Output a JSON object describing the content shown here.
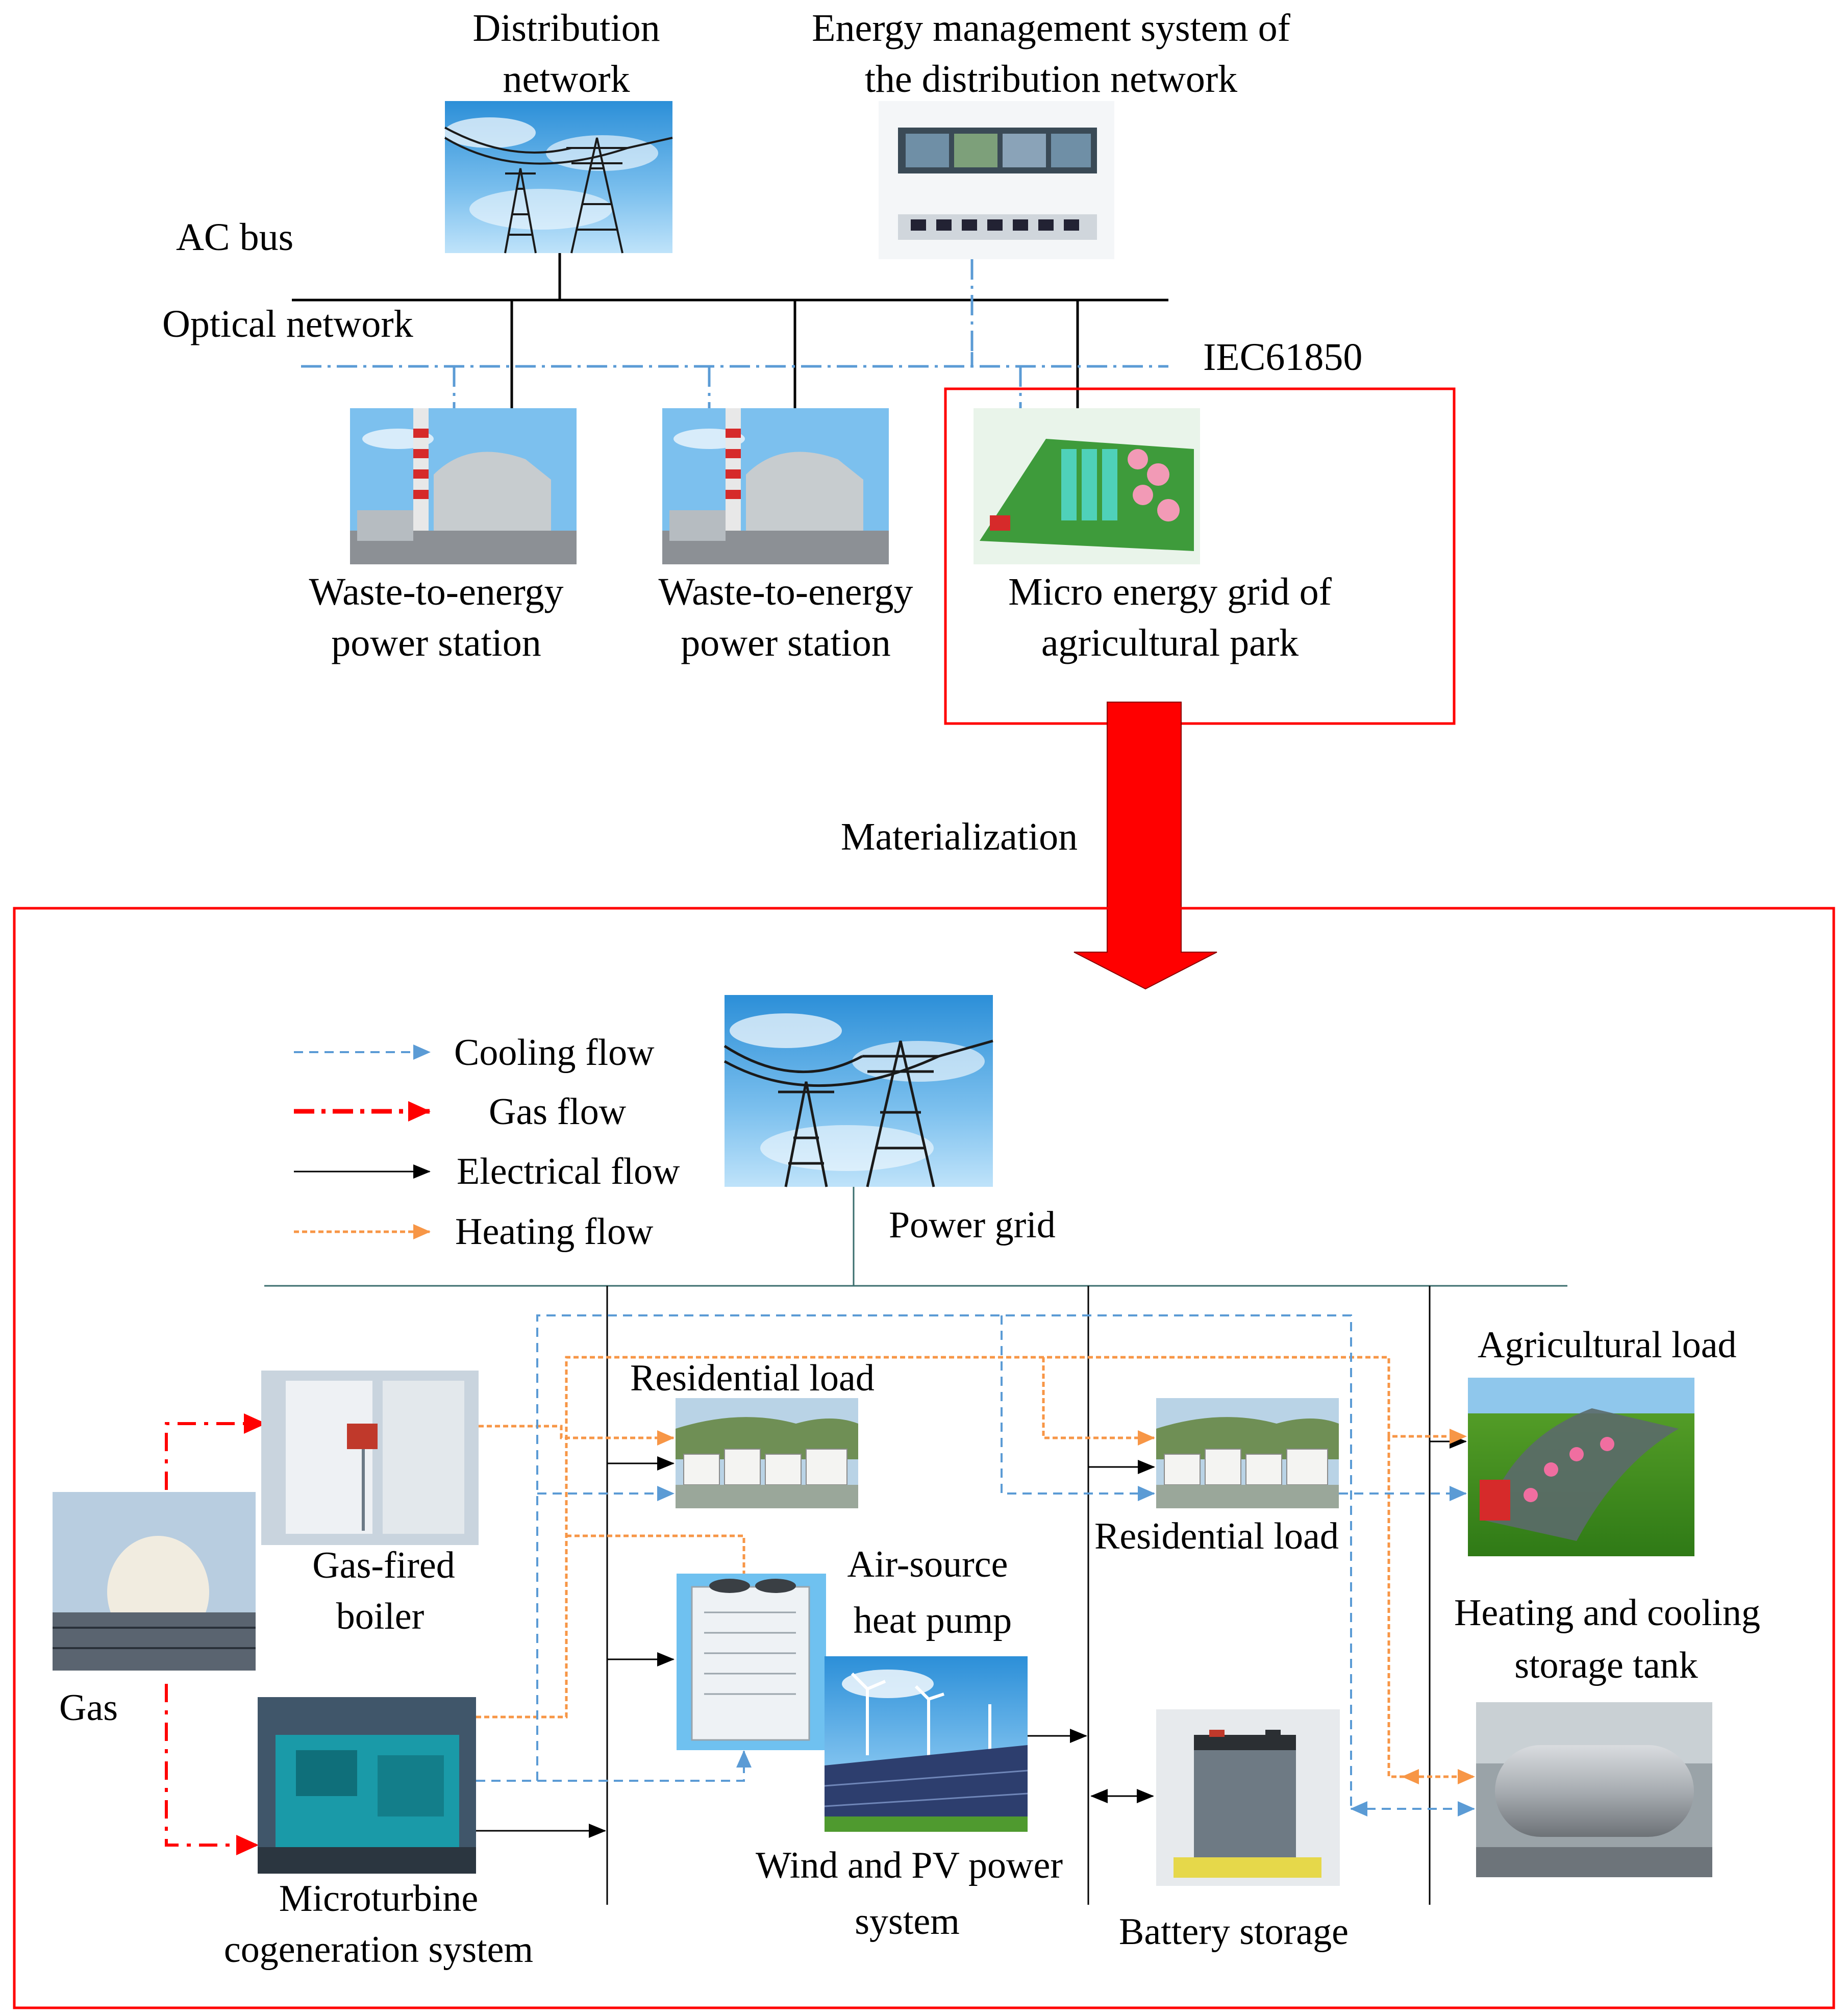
{
  "top": {
    "distribution_network": [
      "Distribution",
      "network"
    ],
    "ems": [
      "Energy management system of",
      "the distribution network"
    ],
    "ac_bus": "AC bus",
    "optical_network": "Optical network",
    "iec": "IEC61850",
    "station1": [
      "Waste-to-energy",
      "power station"
    ],
    "station2": [
      "Waste-to-energy",
      "power station"
    ],
    "micro_grid": [
      "Micro energy grid of",
      "agricultural park"
    ],
    "arrow_label": "Materialization"
  },
  "legend": {
    "cooling": "Cooling flow",
    "gas": "Gas flow",
    "electrical": "Electrical flow",
    "heating": "Heating flow"
  },
  "bottom": {
    "power_grid": "Power grid",
    "gas": "Gas",
    "boiler": [
      "Gas-fired",
      "boiler"
    ],
    "microturbine": [
      "Microturbine",
      "cogeneration system"
    ],
    "residential1": "Residential load",
    "residential2": "Residential load",
    "heat_pump": [
      "Air-source",
      "heat pump"
    ],
    "wind_pv": [
      "Wind and PV power",
      "system"
    ],
    "battery": "Battery storage",
    "agricultural": "Agricultural load",
    "tank": [
      "Heating and cooling",
      "storage tank"
    ]
  },
  "colors": {
    "cooling": "#5b9bd5",
    "gas": "#ff0000",
    "electrical": "#000000",
    "heating": "#f79646",
    "frame": "#ff0000",
    "bus_bottom": "#3b6e6e"
  }
}
